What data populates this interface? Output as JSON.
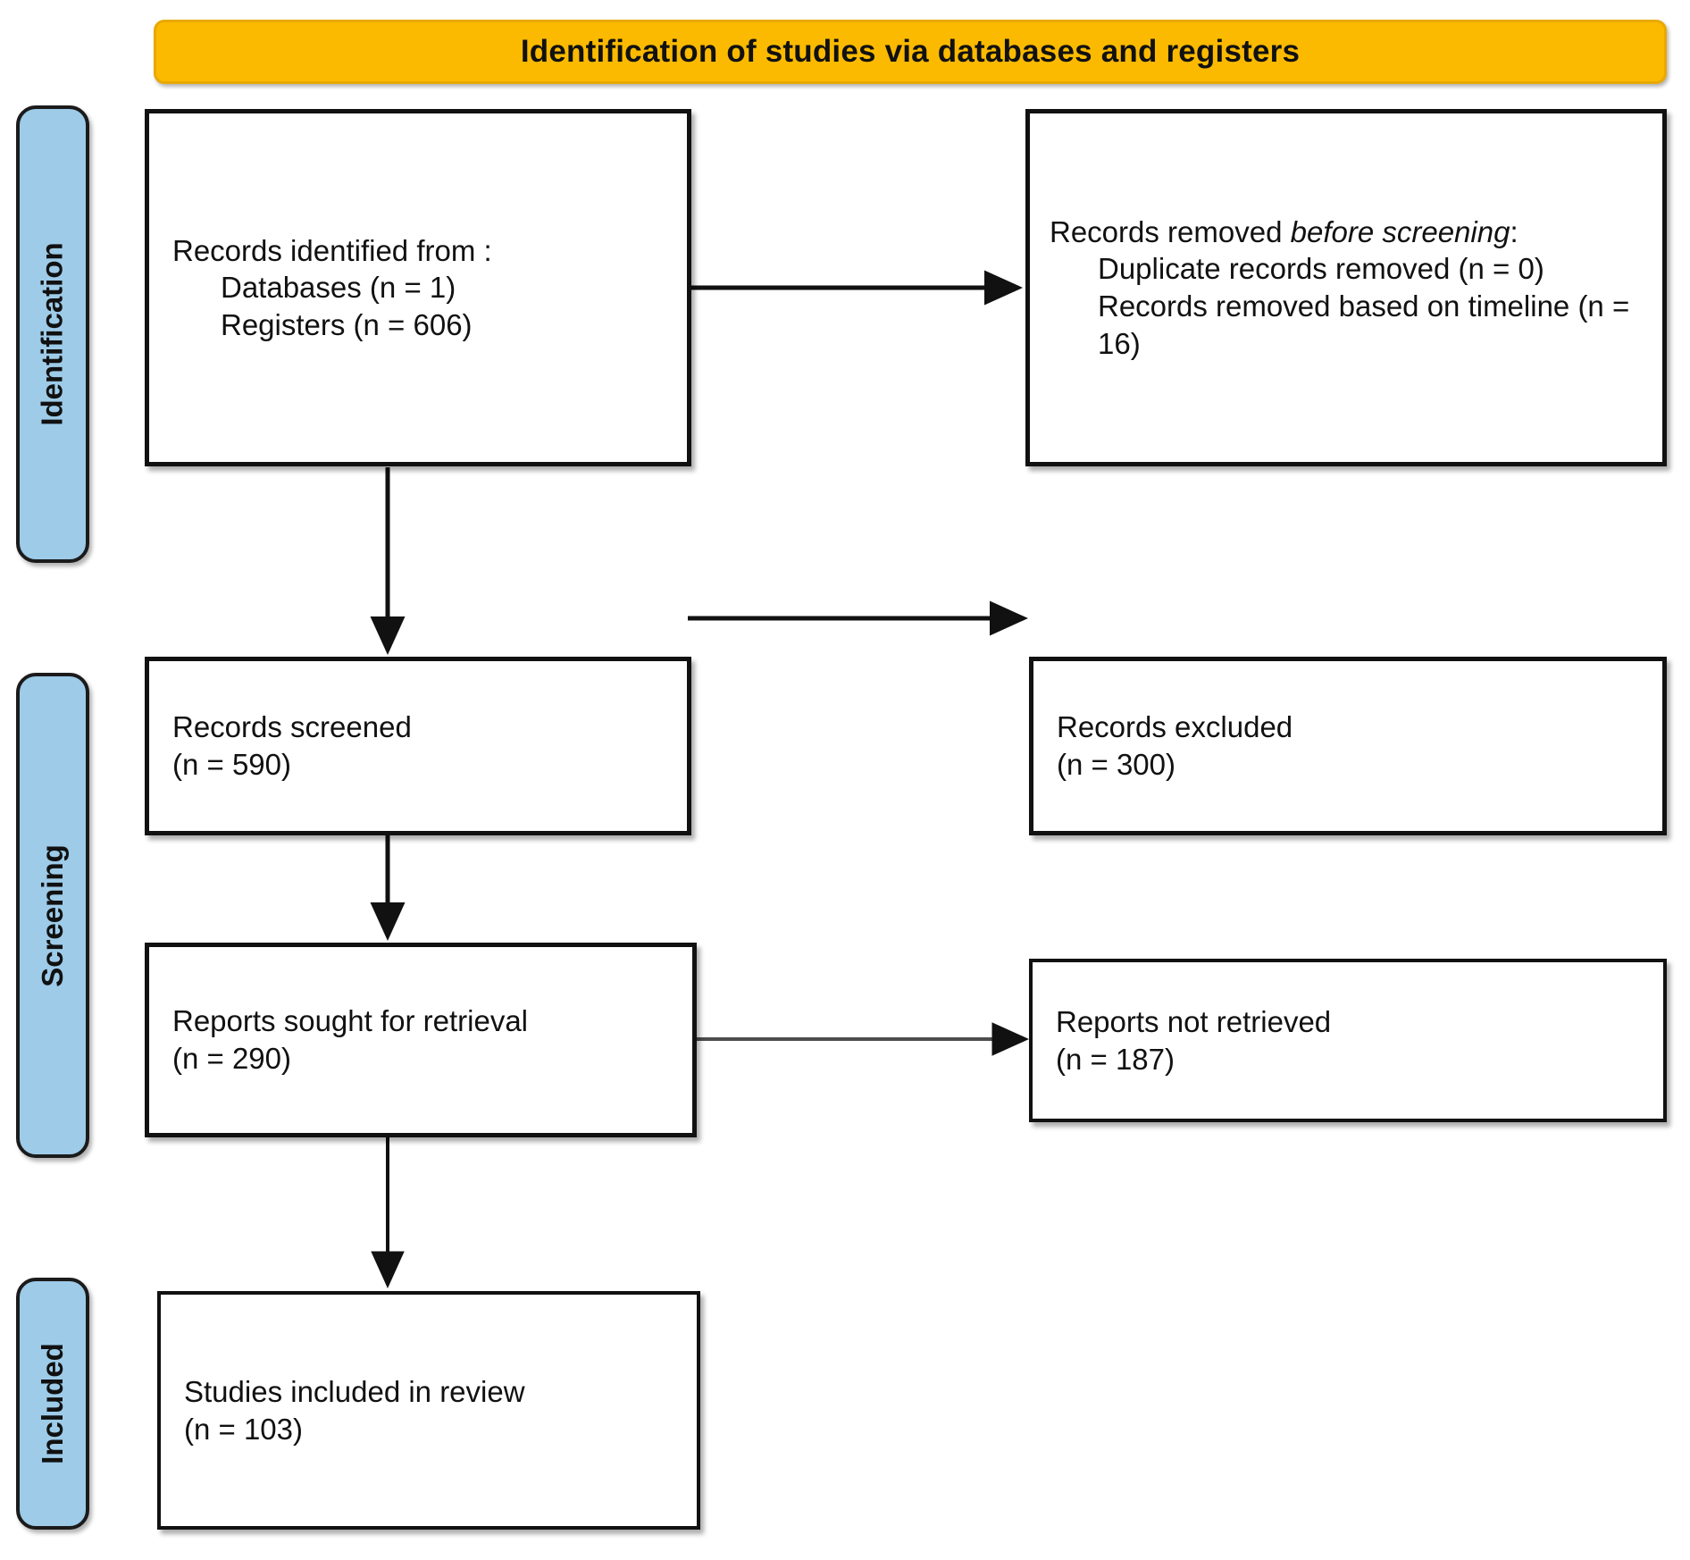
{
  "banner": {
    "title": "Identification of studies via databases and registers",
    "bg_color": "#FBBA00"
  },
  "stages": [
    {
      "label": "Identification"
    },
    {
      "label": "Screening"
    },
    {
      "label": "Included"
    }
  ],
  "colors": {
    "stage_fill": "#9DCBE8",
    "border": "#111111",
    "banner": "#FBBA00",
    "page_bg": "#FFFFFF",
    "arrow_dark": "#111111",
    "arrow_gray": "#4D4D4D"
  },
  "nodes": {
    "identified": {
      "heading": "Records identified from :",
      "item1": "Databases (n = 1)",
      "item2": "Registers (n = 606)"
    },
    "removed_before_screening": {
      "heading_plain": "Records removed ",
      "heading_italic": "before screening",
      "heading_colon": ":",
      "item1": "Duplicate records removed (n = 0)",
      "item2": "Records removed based on timeline (n = 16)"
    },
    "records_screened": {
      "line1": "Records screened",
      "line2": "(n = 590)"
    },
    "records_excluded": {
      "line1": "Records excluded",
      "line2": "(n = 300)"
    },
    "reports_sought": {
      "line1": "Reports sought for retrieval",
      "line2": "(n = 290)"
    },
    "reports_not_retrieved": {
      "line1": "Reports not retrieved",
      "line2": "(n = 187)"
    },
    "studies_included": {
      "line1": "Studies included in review",
      "line2": "(n = 103)"
    }
  },
  "connectors": [
    {
      "name": "identified-to-removed",
      "direction": "right"
    },
    {
      "name": "identified-to-screened",
      "direction": "down"
    },
    {
      "name": "screened-to-excluded",
      "direction": "right"
    },
    {
      "name": "screened-to-sought",
      "direction": "down"
    },
    {
      "name": "sought-to-not-retrieved",
      "direction": "right"
    },
    {
      "name": "sought-to-included",
      "direction": "down"
    }
  ]
}
